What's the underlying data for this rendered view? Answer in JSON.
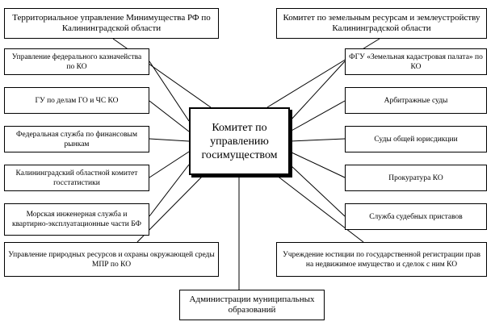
{
  "center": {
    "label": "Комитет по управлению госимуществом"
  },
  "top": {
    "left": "Территориальное управление Минимущества РФ по Калининградской области",
    "right": "Комитет по земельным ресурсам и землеустройству Калининградской области"
  },
  "left_column": [
    "Управление федерального казначейства по КО",
    "ГУ по делам ГО и ЧС КО",
    "Федеральная служба по финансовым рынкам",
    "Калининградский областной комитет госстатистики",
    "Морская инженерная служба и квартирно-эксплуатационные части БФ",
    "Управление природных ресурсов и охраны окружающей среды МПР по КО"
  ],
  "right_column": [
    "ФГУ «Земельная кадастровая палата» по КО",
    "Арбитражные суды",
    "Суды общей юрисдикции",
    "Прокуратура КО",
    "Служба судебных приставов",
    "Учреждение юстиции по государственной регистрации прав на недвижимое имущество и сделок с ним КО"
  ],
  "bottom": {
    "label": "Администрации муниципальных образований"
  }
}
